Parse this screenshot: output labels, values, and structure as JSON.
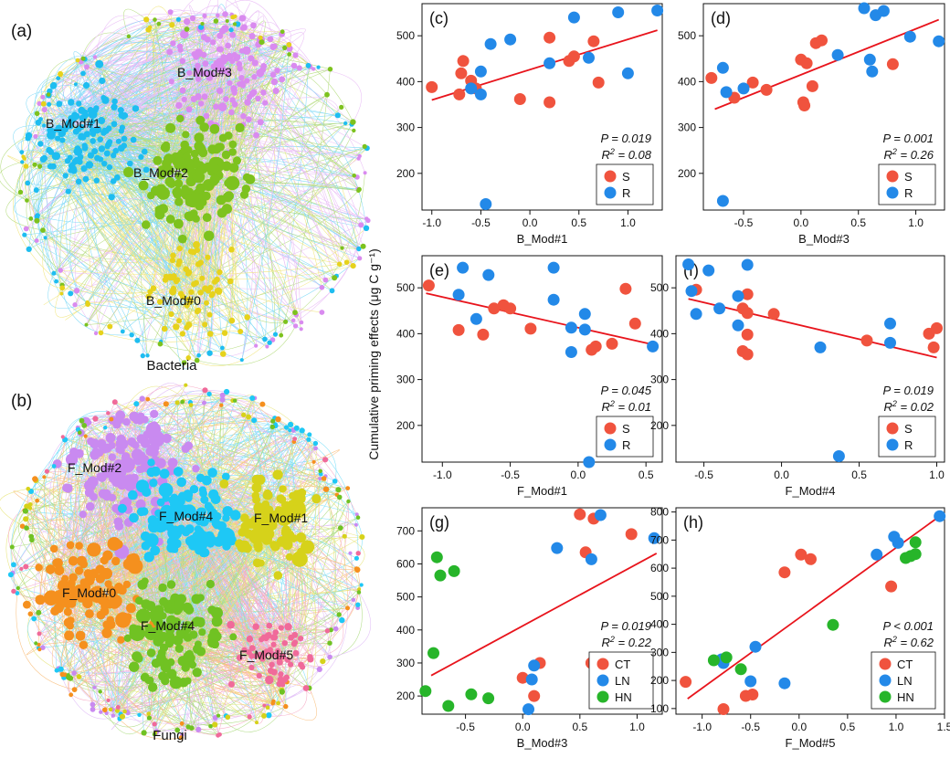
{
  "networks": [
    {
      "panel_label": "(a)",
      "caption": "Bacteria",
      "modules": [
        {
          "label": "B_Mod#3",
          "color": "#d98bef"
        },
        {
          "label": "B_Mod#1",
          "color": "#1ebdf0"
        },
        {
          "label": "B_Mod#2",
          "color": "#7dc21e"
        },
        {
          "label": "B_Mod#0",
          "color": "#e6d21c"
        }
      ]
    },
    {
      "panel_label": "(b)",
      "caption": "Fungi",
      "modules": [
        {
          "label": "F_Mod#2",
          "color": "#c98af0"
        },
        {
          "label": "F_Mod#4",
          "color": "#1ec8f5"
        },
        {
          "label": "F_Mod#1",
          "color": "#d6d21a"
        },
        {
          "label": "F_Mod#0",
          "color": "#f5901e"
        },
        {
          "label": "F_Mod#4",
          "color": "#70c223"
        },
        {
          "label": "F_Mod#5",
          "color": "#f06a9a"
        }
      ]
    }
  ],
  "colors": {
    "S": "#f0533e",
    "R": "#2389e8",
    "CT": "#f0533e",
    "LN": "#2389e8",
    "HN": "#27b52a",
    "fit": "#e8141c"
  },
  "shared_ylabel": "Cumulative priming effects (μg C g⁻¹)",
  "chart_data": [
    {
      "type": "scatter",
      "panel_label": "(c)",
      "xlabel": "B_Mod#1",
      "ylabel": "Cumulative priming effects (μg C g⁻¹)",
      "xlim": [
        -1.1,
        1.35
      ],
      "ylim": [
        120,
        570
      ],
      "xticks": [
        -1.0,
        -0.5,
        0.0,
        0.5,
        1.0
      ],
      "xtick_labels": [
        "-1.0",
        "-0.5",
        "0.0",
        "0.5",
        "1.0"
      ],
      "yticks": [
        200,
        300,
        400,
        500
      ],
      "ytick_labels": [
        "200",
        "300",
        "400",
        "500"
      ],
      "stats": {
        "p": "P = 0.019",
        "r2_prefix": "R",
        "r2_value": " = 0.08"
      },
      "fit": {
        "x": [
          -1.0,
          1.3
        ],
        "y": [
          360,
          512
        ]
      },
      "legend": [
        "S",
        "R"
      ],
      "series": [
        {
          "name": "S",
          "points": [
            [
              -1.0,
              388
            ],
            [
              -0.72,
              372
            ],
            [
              -0.7,
              418
            ],
            [
              -0.68,
              445
            ],
            [
              -0.6,
              402
            ],
            [
              -0.55,
              385
            ],
            [
              -0.1,
              362
            ],
            [
              0.2,
              496
            ],
            [
              0.2,
              355
            ],
            [
              0.4,
              445
            ],
            [
              0.45,
              455
            ],
            [
              0.65,
              488
            ],
            [
              0.7,
              398
            ]
          ]
        },
        {
          "name": "R",
          "points": [
            [
              -0.6,
              385
            ],
            [
              -0.5,
              372
            ],
            [
              -0.5,
              422
            ],
            [
              -0.4,
              482
            ],
            [
              -0.2,
              492
            ],
            [
              0.2,
              440
            ],
            [
              0.45,
              540
            ],
            [
              0.6,
              452
            ],
            [
              0.9,
              551
            ],
            [
              1.0,
              418
            ],
            [
              1.3,
              555
            ],
            [
              -0.45,
              133
            ]
          ]
        }
      ]
    },
    {
      "type": "scatter",
      "panel_label": "(d)",
      "xlabel": "B_Mod#3",
      "ylabel": "",
      "xlim": [
        -0.85,
        1.25
      ],
      "ylim": [
        120,
        570
      ],
      "xticks": [
        -0.5,
        0.0,
        0.5,
        1.0
      ],
      "xtick_labels": [
        "-0.5",
        "0.0",
        "0.5",
        "1.0"
      ],
      "yticks": [
        200,
        300,
        400,
        500
      ],
      "ytick_labels": [
        "200",
        "300",
        "400",
        "500"
      ],
      "stats": {
        "p": "P = 0.001",
        "r2_prefix": "R",
        "r2_value": " = 0.26"
      },
      "fit": {
        "x": [
          -0.75,
          1.2
        ],
        "y": [
          340,
          535
        ]
      },
      "legend": [
        "S",
        "R"
      ],
      "series": [
        {
          "name": "S",
          "points": [
            [
              -0.78,
              408
            ],
            [
              -0.58,
              365
            ],
            [
              -0.42,
              398
            ],
            [
              -0.3,
              382
            ],
            [
              0.0,
              448
            ],
            [
              0.05,
              440
            ],
            [
              0.02,
              355
            ],
            [
              0.03,
              348
            ],
            [
              0.1,
              390
            ],
            [
              0.13,
              484
            ],
            [
              0.18,
              490
            ],
            [
              0.8,
              438
            ]
          ]
        },
        {
          "name": "R",
          "points": [
            [
              -0.68,
              430
            ],
            [
              -0.65,
              377
            ],
            [
              -0.5,
              385
            ],
            [
              -0.68,
              140
            ],
            [
              0.32,
              458
            ],
            [
              0.55,
              560
            ],
            [
              0.6,
              448
            ],
            [
              0.62,
              422
            ],
            [
              0.65,
              545
            ],
            [
              0.72,
              554
            ],
            [
              0.95,
              498
            ],
            [
              1.2,
              488
            ]
          ]
        }
      ]
    },
    {
      "type": "scatter",
      "panel_label": "(e)",
      "xlabel": "F_Mod#1",
      "ylabel": "",
      "xlim": [
        -1.15,
        0.62
      ],
      "ylim": [
        120,
        570
      ],
      "xticks": [
        -1.0,
        -0.5,
        0.0,
        0.5
      ],
      "xtick_labels": [
        "-1.0",
        "-0.5",
        "0.0",
        "0.5"
      ],
      "yticks": [
        200,
        300,
        400,
        500
      ],
      "ytick_labels": [
        "200",
        "300",
        "400",
        "500"
      ],
      "stats": {
        "p": "P = 0.045",
        "r2_prefix": "R",
        "r2_value": " = 0.01"
      },
      "fit": {
        "x": [
          -1.12,
          0.57
        ],
        "y": [
          488,
          375
        ]
      },
      "legend": [
        "S",
        "R"
      ],
      "series": [
        {
          "name": "S",
          "points": [
            [
              -1.1,
              505
            ],
            [
              -0.88,
              408
            ],
            [
              -0.7,
              398
            ],
            [
              -0.62,
              455
            ],
            [
              -0.55,
              462
            ],
            [
              -0.5,
              455
            ],
            [
              -0.35,
              411
            ],
            [
              0.1,
              365
            ],
            [
              0.13,
              372
            ],
            [
              0.25,
              378
            ],
            [
              0.35,
              498
            ],
            [
              0.42,
              422
            ]
          ]
        },
        {
          "name": "R",
          "points": [
            [
              -0.88,
              485
            ],
            [
              -0.85,
              544
            ],
            [
              -0.75,
              432
            ],
            [
              -0.66,
              528
            ],
            [
              -0.18,
              544
            ],
            [
              -0.18,
              474
            ],
            [
              -0.05,
              360
            ],
            [
              -0.05,
              413
            ],
            [
              0.05,
              443
            ],
            [
              0.05,
              409
            ],
            [
              0.55,
              372
            ],
            [
              0.08,
              120
            ]
          ]
        }
      ]
    },
    {
      "type": "scatter",
      "panel_label": "(f)",
      "xlabel": "F_Mod#4",
      "ylabel": "",
      "xlim": [
        -0.68,
        1.05
      ],
      "ylim": [
        120,
        570
      ],
      "xticks": [
        -0.5,
        0.0,
        0.5,
        1.0
      ],
      "xtick_labels": [
        "-0.5",
        "0.0",
        "0.5",
        "1.0"
      ],
      "yticks": [
        200,
        300,
        400,
        500
      ],
      "ytick_labels": [
        "200",
        "300",
        "400",
        "500"
      ],
      "stats": {
        "p": "P = 0.019",
        "r2_prefix": "R",
        "r2_value": " = 0.02"
      },
      "fit": {
        "x": [
          -0.6,
          1.0
        ],
        "y": [
          476,
          348
        ]
      },
      "legend": [
        "S",
        "R"
      ],
      "series": [
        {
          "name": "S",
          "points": [
            [
              -0.55,
              496
            ],
            [
              -0.25,
              455
            ],
            [
              -0.22,
              486
            ],
            [
              -0.22,
              445
            ],
            [
              -0.22,
              398
            ],
            [
              -0.25,
              362
            ],
            [
              -0.22,
              355
            ],
            [
              -0.05,
              443
            ],
            [
              0.55,
              385
            ],
            [
              0.95,
              400
            ],
            [
              0.98,
              370
            ],
            [
              1.0,
              412
            ]
          ]
        },
        {
          "name": "R",
          "points": [
            [
              -0.6,
              551
            ],
            [
              -0.58,
              493
            ],
            [
              -0.55,
              443
            ],
            [
              -0.47,
              538
            ],
            [
              -0.4,
              455
            ],
            [
              -0.28,
              482
            ],
            [
              -0.28,
              418
            ],
            [
              -0.22,
              550
            ],
            [
              0.25,
              370
            ],
            [
              0.7,
              380
            ],
            [
              0.7,
              422
            ],
            [
              0.37,
              133
            ]
          ]
        }
      ]
    },
    {
      "type": "scatter",
      "panel_label": "(g)",
      "xlabel": "B_Mod#3",
      "ylabel": "",
      "xlim": [
        -0.88,
        1.22
      ],
      "ylim": [
        145,
        770
      ],
      "xticks": [
        -0.5,
        0.0,
        0.5,
        1.0
      ],
      "xtick_labels": [
        "-0.5",
        "0.0",
        "0.5",
        "1.0"
      ],
      "yticks": [
        200,
        300,
        400,
        500,
        600,
        700
      ],
      "ytick_labels": [
        "200",
        "300",
        "400",
        "500",
        "600",
        "700"
      ],
      "stats": {
        "p": "P = 0.019",
        "r2_prefix": "R",
        "r2_value": " = 0.22"
      },
      "fit": {
        "x": [
          -0.8,
          1.17
        ],
        "y": [
          262,
          632
        ]
      },
      "legend": [
        "CT",
        "LN",
        "HN"
      ],
      "series": [
        {
          "name": "CT",
          "points": [
            [
              0.0,
              255
            ],
            [
              0.1,
              200
            ],
            [
              0.15,
              300
            ],
            [
              0.5,
              750
            ],
            [
              0.55,
              635
            ],
            [
              0.6,
              300
            ],
            [
              0.62,
              737
            ],
            [
              0.95,
              690
            ]
          ]
        },
        {
          "name": "LN",
          "points": [
            [
              0.05,
              160
            ],
            [
              0.08,
              250
            ],
            [
              0.1,
              292
            ],
            [
              0.3,
              648
            ],
            [
              0.6,
              614
            ],
            [
              0.68,
              748
            ],
            [
              1.15,
              678
            ]
          ]
        },
        {
          "name": "HN",
          "points": [
            [
              -0.85,
              215
            ],
            [
              -0.78,
              330
            ],
            [
              -0.75,
              620
            ],
            [
              -0.72,
              565
            ],
            [
              -0.65,
              170
            ],
            [
              -0.6,
              578
            ],
            [
              -0.45,
              205
            ],
            [
              -0.3,
              193
            ]
          ]
        }
      ]
    },
    {
      "type": "scatter",
      "panel_label": "(h)",
      "xlabel": "F_Mod#5",
      "ylabel": "",
      "xlim": [
        -1.27,
        1.5
      ],
      "ylim": [
        80,
        815
      ],
      "xticks": [
        -1.0,
        -0.5,
        0.0,
        0.5,
        1.0,
        1.5
      ],
      "xtick_labels": [
        "-1.0",
        "-0.5",
        "0.0",
        "0.5",
        "1.0",
        "1.5"
      ],
      "yticks": [
        100,
        200,
        300,
        400,
        500,
        600,
        700,
        800
      ],
      "ytick_labels": [
        "100",
        "200",
        "300",
        "400",
        "500",
        "600",
        "700",
        "800"
      ],
      "stats": {
        "p": "P < 0.001",
        "r2_prefix": "R",
        "r2_value": " = 0.62"
      },
      "fit": {
        "x": [
          -1.15,
          1.45
        ],
        "y": [
          135,
          785
        ]
      },
      "legend": [
        "CT",
        "LN",
        "HN"
      ],
      "series": [
        {
          "name": "CT",
          "points": [
            [
              -1.17,
              195
            ],
            [
              -0.78,
              98
            ],
            [
              -0.55,
              145
            ],
            [
              -0.48,
              150
            ],
            [
              -0.15,
              585
            ],
            [
              0.02,
              648
            ],
            [
              0.12,
              632
            ],
            [
              0.95,
              535
            ]
          ]
        },
        {
          "name": "LN",
          "points": [
            [
              -0.8,
              275
            ],
            [
              -0.78,
              262
            ],
            [
              -0.5,
              197
            ],
            [
              -0.45,
              320
            ],
            [
              -0.15,
              190
            ],
            [
              0.8,
              648
            ],
            [
              0.98,
              712
            ],
            [
              1.02,
              690
            ],
            [
              1.45,
              785
            ]
          ]
        },
        {
          "name": "HN",
          "points": [
            [
              -0.88,
              272
            ],
            [
              -0.75,
              282
            ],
            [
              -0.6,
              240
            ],
            [
              0.35,
              398
            ],
            [
              1.1,
              636
            ],
            [
              1.15,
              643
            ],
            [
              1.2,
              650
            ],
            [
              1.2,
              692
            ]
          ]
        }
      ]
    }
  ]
}
